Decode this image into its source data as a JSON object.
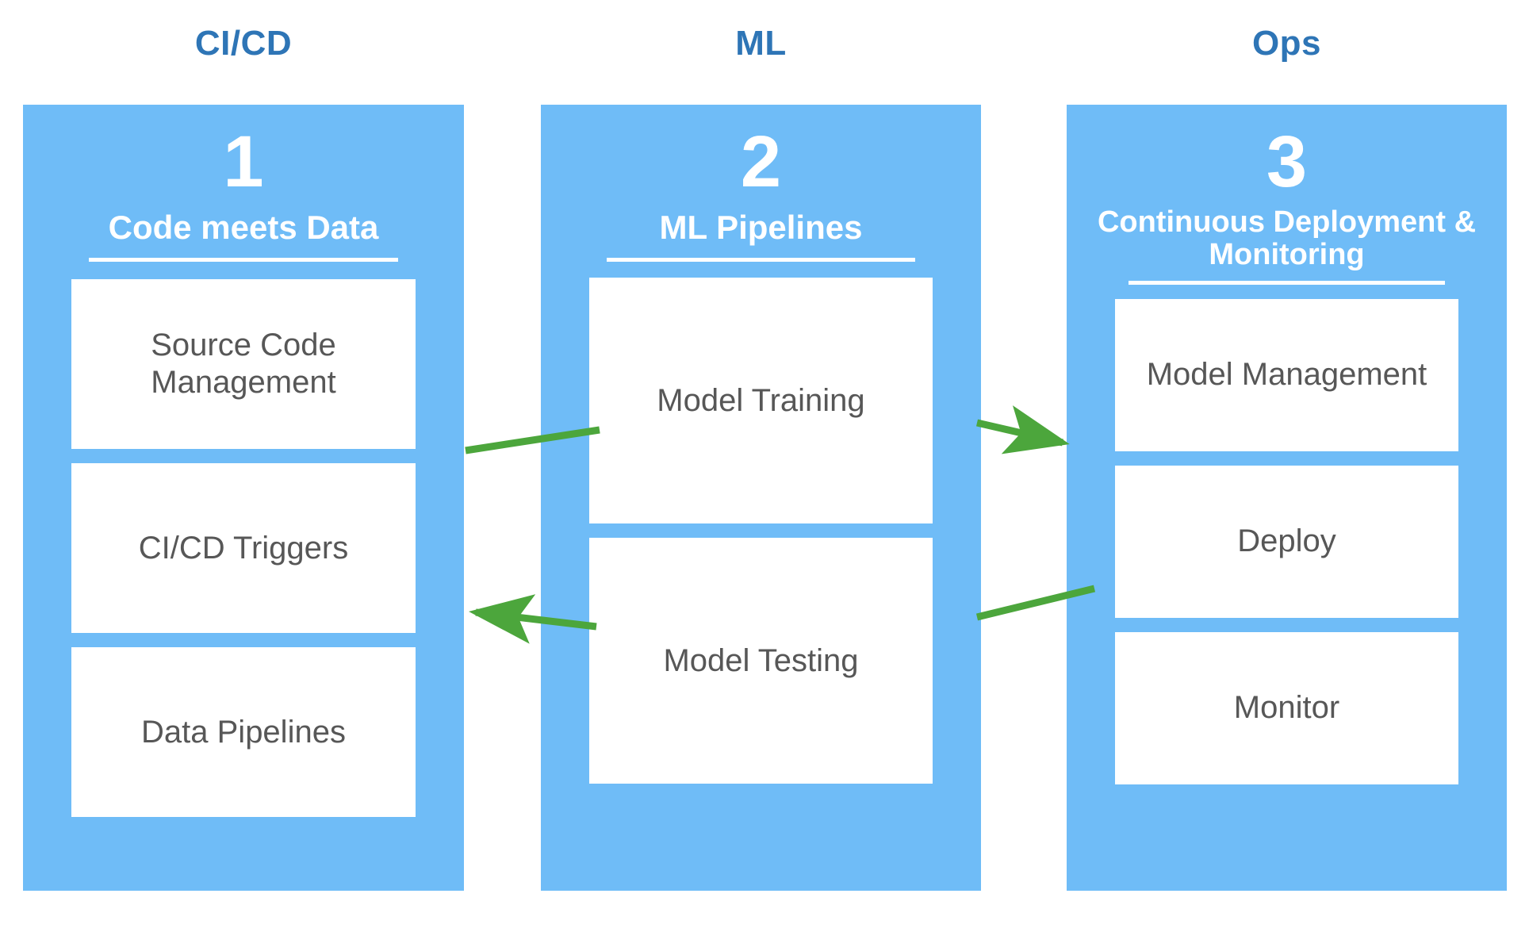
{
  "diagram": {
    "title_colors": {
      "header_blue": "#2E75B6",
      "column_blue": "#6FBCF7",
      "card_white": "#FFFFFF",
      "card_text_gray": "#575757",
      "arrow_green": "#4CA63C"
    },
    "columns": [
      {
        "header": "CI/CD",
        "number": "1",
        "title": "Code meets Data",
        "cards": [
          "Source Code Management",
          "CI/CD Triggers",
          "Data Pipelines"
        ]
      },
      {
        "header": "ML",
        "number": "2",
        "title": "ML Pipelines",
        "cards": [
          "Model Training",
          "Model Testing"
        ]
      },
      {
        "header": "Ops",
        "number": "3",
        "title": "Continuous Deployment & Monitoring",
        "cards": [
          "Model Management",
          "Deploy",
          "Monitor"
        ]
      }
    ],
    "arrows": [
      {
        "name": "col1-to-col2",
        "from": "Source Code Management",
        "to": "Model Training",
        "direction": "right",
        "arrowhead": false
      },
      {
        "name": "col2-to-col1",
        "from": "Model Testing",
        "to": "CI/CD Triggers",
        "direction": "left",
        "arrowhead": true
      },
      {
        "name": "col2-to-col3",
        "from": "Model Training",
        "to": "Model Management",
        "direction": "right",
        "arrowhead": true
      },
      {
        "name": "col3-to-col2",
        "from": "Deploy",
        "to": "Model Testing",
        "direction": "left",
        "arrowhead": false
      }
    ]
  }
}
